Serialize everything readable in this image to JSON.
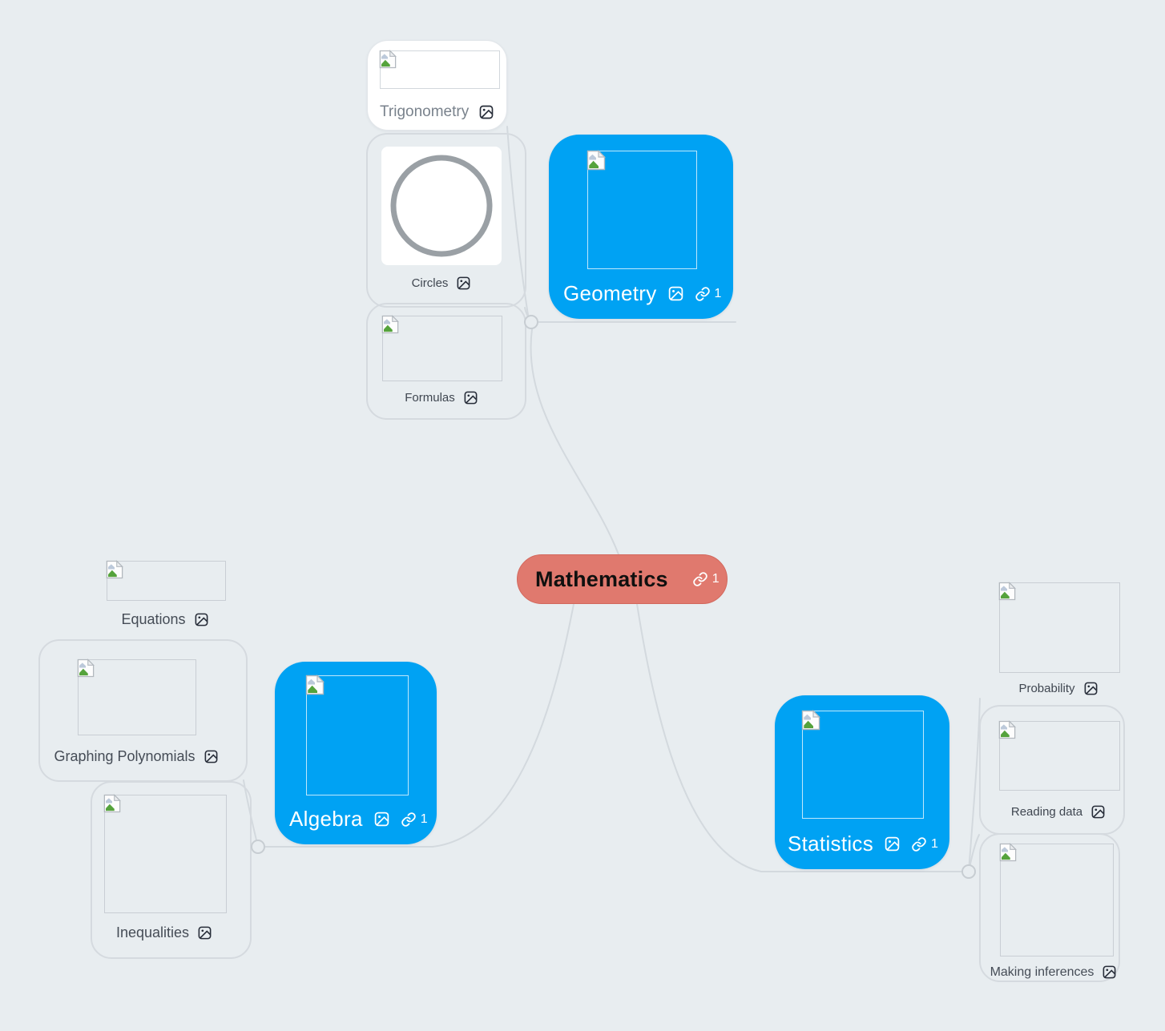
{
  "app": {
    "name": "mind-map-canvas"
  },
  "colors": {
    "background": "#e8edf0",
    "root_fill": "#e0796e",
    "root_border": "#d2685d",
    "branch_fill": "#00a2f3",
    "connector_line": "#d3d9de",
    "card_label": "#454c56",
    "trig_label": "#79828c"
  },
  "root": {
    "label": "Mathematics",
    "link_count": "1"
  },
  "branches": {
    "geometry": {
      "label": "Geometry",
      "link_count": "1"
    },
    "algebra": {
      "label": "Algebra",
      "link_count": "1"
    },
    "statistics": {
      "label": "Statistics",
      "link_count": "1"
    }
  },
  "children": {
    "trigonometry": {
      "label": "Trigonometry"
    },
    "circles": {
      "label": "Circles"
    },
    "formulas": {
      "label": "Formulas"
    },
    "equations": {
      "label": "Equations"
    },
    "graphing_polynomials": {
      "label": "Graphing Polynomials"
    },
    "inequalities": {
      "label": "Inequalities"
    },
    "probability": {
      "label": "Probability"
    },
    "reading_data": {
      "label": "Reading data"
    },
    "making_inferences": {
      "label": "Making inferences"
    }
  },
  "icons": {
    "root": [
      "outline-add-icon",
      "link-icon"
    ],
    "branch": [
      "image-attachment-icon",
      "link-icon"
    ],
    "child": [
      "image-attachment-icon"
    ],
    "placeholder": "broken-image-icon"
  }
}
